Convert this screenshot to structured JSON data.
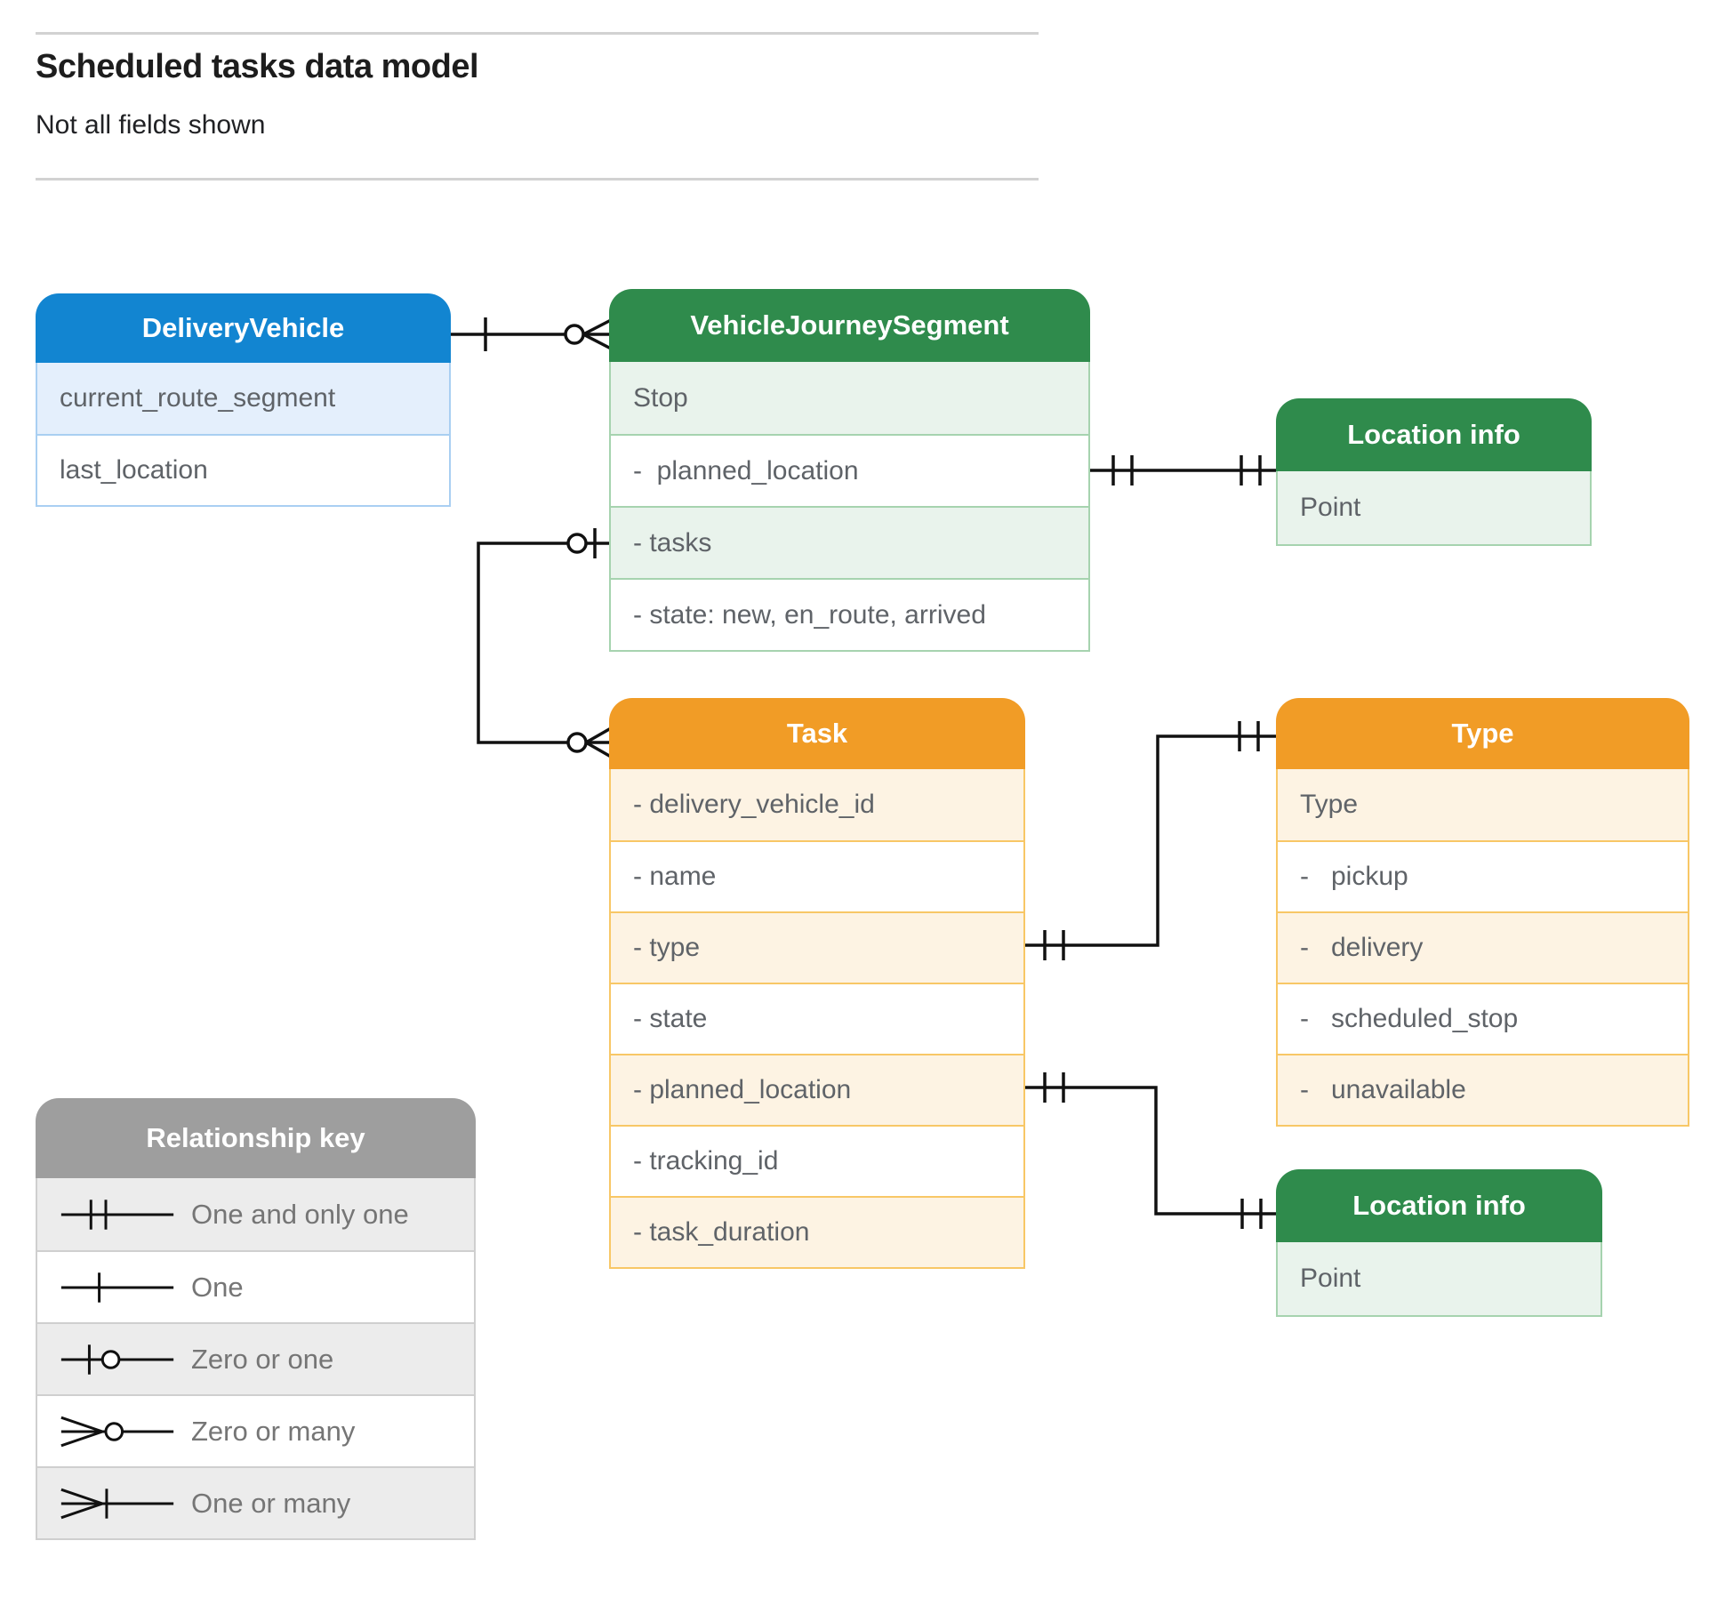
{
  "header": {
    "title": "Scheduled tasks data model",
    "subtitle": "Not all fields shown"
  },
  "tables": {
    "delivery_vehicle": {
      "title": "DeliveryVehicle",
      "rows": [
        "current_route_segment",
        "last_location"
      ]
    },
    "vehicle_journey_segment": {
      "title": "VehicleJourneySegment",
      "rows": [
        "Stop",
        "-  planned_location",
        "- tasks",
        "- state: new, en_route, arrived"
      ]
    },
    "location_info_top": {
      "title": "Location info",
      "rows": [
        "Point"
      ]
    },
    "task": {
      "title": "Task",
      "rows": [
        "- delivery_vehicle_id",
        "- name",
        "- type",
        "- state",
        "- planned_location",
        "- tracking_id",
        "- task_duration"
      ]
    },
    "type": {
      "title": "Type",
      "rows": [
        "Type",
        "-   pickup",
        "-   delivery",
        "-   scheduled_stop",
        "-   unavailable"
      ]
    },
    "location_info_bottom": {
      "title": "Location info",
      "rows": [
        "Point"
      ]
    }
  },
  "legend": {
    "title": "Relationship key",
    "items": [
      {
        "symbol": "one-and-only-one",
        "label": "One and only one"
      },
      {
        "symbol": "one",
        "label": "One"
      },
      {
        "symbol": "zero-or-one",
        "label": "Zero or one"
      },
      {
        "symbol": "zero-or-many",
        "label": "Zero or many"
      },
      {
        "symbol": "one-or-many",
        "label": "One or many"
      }
    ]
  },
  "colors": {
    "blue_header": "#1285d1",
    "green_header": "#2f8b4c",
    "orange_header": "#f19c26",
    "gray_header": "#9e9e9e",
    "blue_tint": "#e4effc",
    "green_tint": "#e9f3ec",
    "orange_tint": "#fdf3e3",
    "gray_tint": "#ececec",
    "row_text": "#5f6368",
    "connector": "#111111"
  }
}
